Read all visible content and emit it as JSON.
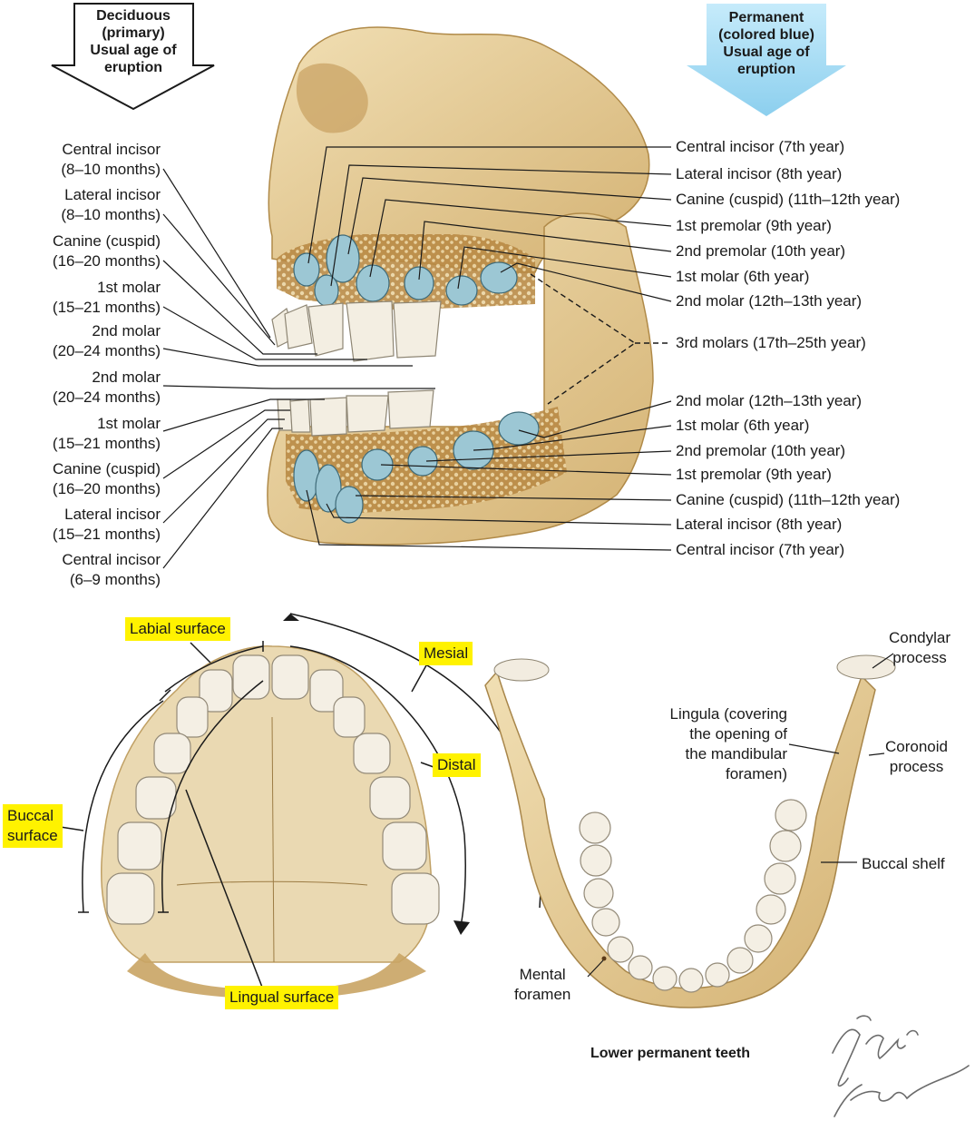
{
  "header": {
    "deciduous_arrow": "Deciduous\n(primary)\nUsual age of\neruption",
    "permanent_arrow": "Permanent\n(colored blue)\nUsual age of\neruption"
  },
  "left_labels": [
    "Central incisor\n(8–10 months)",
    "Lateral incisor\n(8–10 months)",
    "Canine (cuspid)\n(16–20 months)",
    "1st molar\n(15–21 months)",
    "2nd molar\n(20–24 months)",
    "2nd molar\n(20–24 months)",
    "1st molar\n(15–21 months)",
    "Canine (cuspid)\n(16–20 months)",
    "Lateral incisor\n(15–21 months)",
    "Central incisor\n(6–9 months)"
  ],
  "right_labels": [
    "Central incisor (7th year)",
    "Lateral incisor (8th year)",
    "Canine (cuspid) (11th–12th year)",
    "1st premolar (9th year)",
    "2nd premolar (10th year)",
    "1st molar (6th year)",
    "2nd molar (12th–13th year)",
    "3rd molars (17th–25th year)",
    "2nd molar (12th–13th year)",
    "1st molar (6th year)",
    "2nd premolar (10th year)",
    "1st premolar (9th year)",
    "Canine (cuspid) (11th–12th year)",
    "Lateral incisor (8th year)",
    "Central incisor (7th year)"
  ],
  "surfaces": {
    "labial": "Labial surface",
    "mesial": "Mesial",
    "distal": "Distal",
    "buccal": "Buccal\nsurface",
    "lingual": "Lingual surface"
  },
  "mandible_labels": {
    "condylar": "Condylar\nprocess",
    "lingula": "Lingula (covering\nthe opening of\nthe mandibular\nforamen)",
    "coronoid": "Coronoid\nprocess",
    "buccal_shelf": "Buccal shelf",
    "mental_foramen": "Mental\nforamen",
    "caption": "Lower permanent teeth"
  },
  "signature": {
    "line1": "F. Netter M.D.",
    "line2": "K. Carter"
  },
  "colors": {
    "bone": "#e6cf9c",
    "bone_dark": "#c9a862",
    "tooth": "#f1ece0",
    "permanent_blue": "#9cc7d4",
    "highlight": "#fff200",
    "arrow_blue": "#a9dcf3"
  }
}
